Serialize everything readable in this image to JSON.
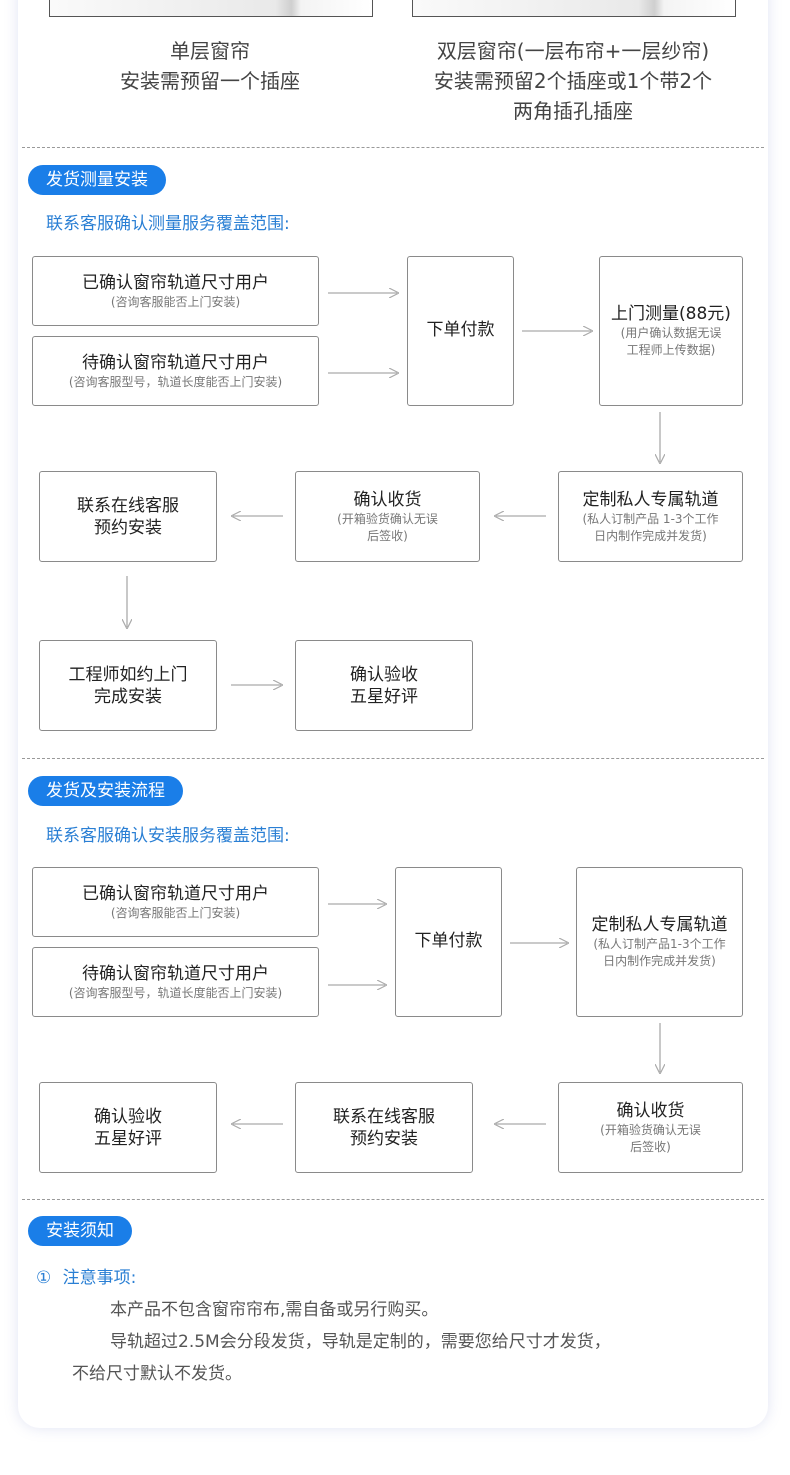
{
  "top": {
    "single": {
      "title": "单层窗帘",
      "desc": "安装需预留一个插座"
    },
    "double": {
      "title": "双层窗帘(一层布帘+一层纱帘)",
      "desc1": "安装需预留2个插座或1个带2个",
      "desc2": "两角插孔插座"
    }
  },
  "section1": {
    "pill": "发货测量安装",
    "subtitle": "联系客服确认测量服务覆盖范围:",
    "b1": {
      "title": "已确认窗帘轨道尺寸用户",
      "sub": "(咨询客服能否上门安装)"
    },
    "b2": {
      "title": "待确认窗帘轨道尺寸用户",
      "sub": "(咨询客服型号，轨道长度能否上门安装)"
    },
    "b3": {
      "title": "下单付款"
    },
    "b4": {
      "title": "上门测量(88元)",
      "sub1": "(用户确认数据无误",
      "sub2": "工程师上传数据)"
    },
    "b5": {
      "title": "定制私人专属轨道",
      "sub1": "(私人订制产品 1-3个工作",
      "sub2": "日内制作完成并发货)"
    },
    "b6": {
      "title": "确认收货",
      "sub1": "(开箱验货确认无误",
      "sub2": "后签收)"
    },
    "b7": {
      "title1": "联系在线客服",
      "title2": "预约安装"
    },
    "b8": {
      "title1": "工程师如约上门",
      "title2": "完成安装"
    },
    "b9": {
      "title1": "确认验收",
      "title2": "五星好评"
    }
  },
  "section2": {
    "pill": "发货及安装流程",
    "subtitle": "联系客服确认安装服务覆盖范围:",
    "b1": {
      "title": "已确认窗帘轨道尺寸用户",
      "sub": "(咨询客服能否上门安装)"
    },
    "b2": {
      "title": "待确认窗帘轨道尺寸用户",
      "sub": "(咨询客服型号，轨道长度能否上门安装)"
    },
    "b3": {
      "title": "下单付款"
    },
    "b4": {
      "title": "定制私人专属轨道",
      "sub1": "(私人订制产品1-3个工作",
      "sub2": "日内制作完成并发货)"
    },
    "b5": {
      "title": "确认收货",
      "sub1": "(开箱验货确认无误",
      "sub2": "后签收)"
    },
    "b6": {
      "title1": "联系在线客服",
      "title2": "预约安装"
    },
    "b7": {
      "title1": "确认验收",
      "title2": "五星好评"
    }
  },
  "section3": {
    "pill": "安装须知",
    "num": "①",
    "note_title": "注意事项:",
    "line1": "本产品不包含窗帘帘布,需自备或另行购买。",
    "line2": "导轨超过2.5M会分段发货，导轨是定制的，需要您给尺寸才发货，",
    "line3": "不给尺寸默认不发货。"
  },
  "colors": {
    "accent": "#1a7ee8",
    "subtitle": "#2a7fd4",
    "arrow": "#aaaaaa"
  }
}
